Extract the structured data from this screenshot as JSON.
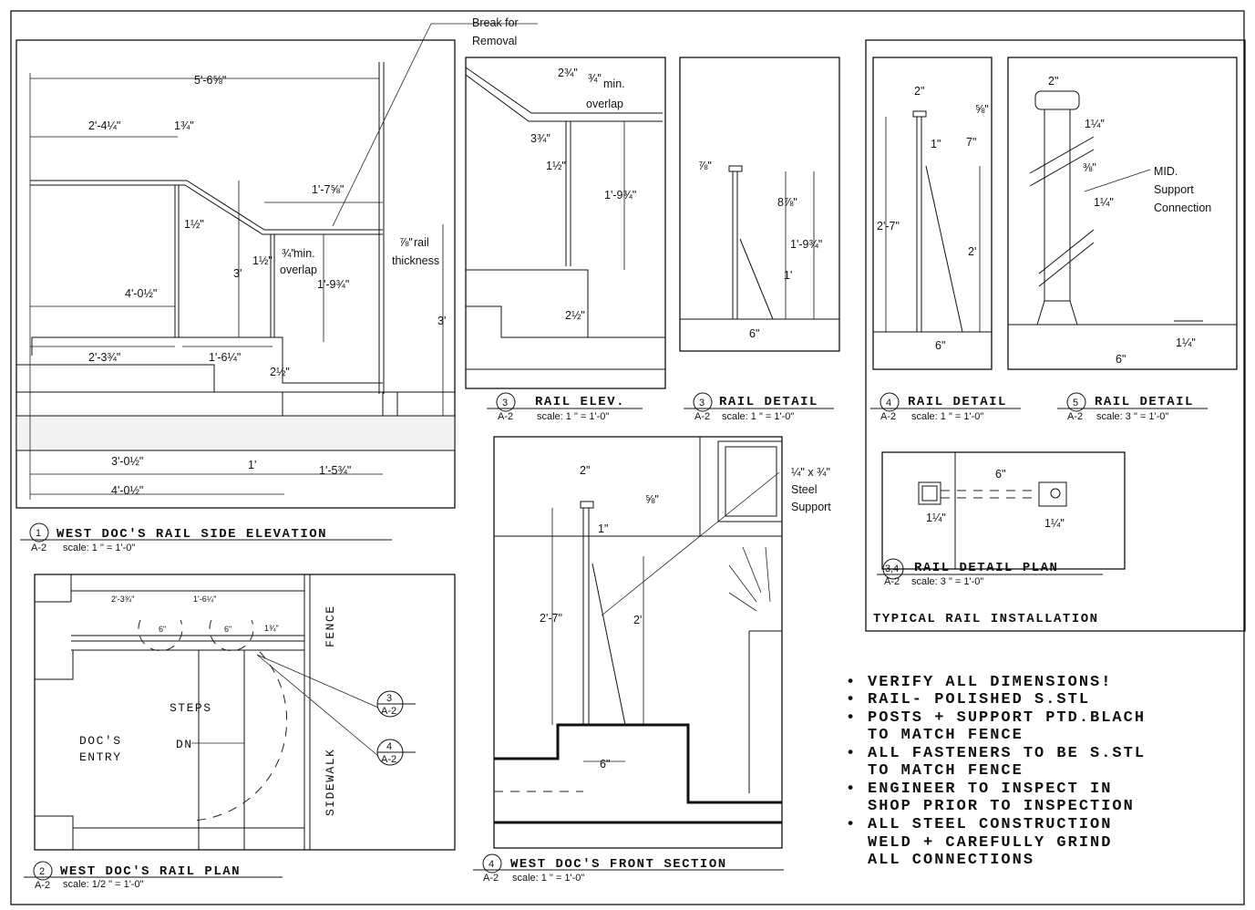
{
  "callouts": {
    "break_for": "Break for",
    "removal": "Removal",
    "min_overlap_a": "min.",
    "overlap": "overlap",
    "rail": "rail",
    "thickness": "thickness",
    "mid": "MID.",
    "support": "Support",
    "connection": "Connection",
    "steel_support_a": "¼\" x ¾\"",
    "steel_support_b": "Steel",
    "steel_support_c": "Support"
  },
  "dims": {
    "d_5_6_5_8": "5'-6⅝\"",
    "d_2_4_1_4": "2'-4¼\"",
    "d_1_3_4": "1¾\"",
    "d_1_7_5_8": "1'-7⅝\"",
    "d_1_1_2": "1½\"",
    "d_3": "3'",
    "d_3_4": "¾\"",
    "d_7_8": "⅞\"",
    "d_4_0_1_2": "4'-0½\"",
    "d_1_9_3_4": "1'-9¾\"",
    "d_2_3_3_4": "2'-3¾\"",
    "d_1_6_1_4": "1'-6¼\"",
    "d_2_1_2": "2½\"",
    "d_3_0_1_2": "3'-0½\"",
    "d_1": "1'",
    "d_1_5_3_4": "1'-5¾\"",
    "d_2_3_4": "2¾\"",
    "d_3_3_4": "3¾\"",
    "d_8_7_8": "8⅞\"",
    "d_6": "6\"",
    "d_2in": "2\"",
    "d_5_8": "⅝\"",
    "d_1in": "1\"",
    "d_7in": "7\"",
    "d_2_7": "2'-7\"",
    "d_2": "2'",
    "d_3_8": "⅜\"",
    "d_1_1_4": "1¼\"",
    "d_6p": "6\""
  },
  "titles": {
    "t1": {
      "num": "1",
      "sheet": "A-2",
      "title": "WEST DOC'S RAIL SIDE ELEVATION",
      "scale": "scale: 1 \" = 1'-0\""
    },
    "t2": {
      "num": "2",
      "sheet": "A-2",
      "title": "WEST DOC'S RAIL PLAN",
      "scale": "scale: 1/2 \" = 1'-0\""
    },
    "t3a": {
      "num": "3",
      "sheet": "A-2",
      "title": "RAIL ELEV.",
      "scale": "scale: 1 \" = 1'-0\""
    },
    "t3b": {
      "num": "3",
      "sheet": "A-2",
      "title": "RAIL DETAIL",
      "scale": "scale: 1 \" = 1'-0\""
    },
    "t4a": {
      "num": "4",
      "sheet": "A-2",
      "title": "RAIL DETAIL",
      "scale": "scale: 1 \" = 1'-0\""
    },
    "t5": {
      "num": "5",
      "sheet": "A-2",
      "title": "RAIL DETAIL",
      "scale": "scale: 3 \" = 1'-0\""
    },
    "t34": {
      "num": "3,4",
      "sheet": "A-2",
      "title": "RAIL DETAIL PLAN",
      "scale": "scale: 3 \" = 1'-0\""
    },
    "t4b": {
      "num": "4",
      "sheet": "A-2",
      "title": "WEST DOC'S FRONT SECTION",
      "scale": "scale: 1 \" = 1'-0\""
    }
  },
  "typical": "TYPICAL RAIL INSTALLATION",
  "plan": {
    "fence": "FENCE",
    "steps": "STEPS",
    "dn": "DN",
    "docs": "DOC'S",
    "entry": "ENTRY",
    "sidewalk": "SIDEWALK",
    "ref3": "3",
    "ref4": "4",
    "ref_sheet": "A-2"
  },
  "general_notes": [
    "VERIFY ALL DIMENSIONS!",
    "RAIL- POLISHED S.STL",
    "POSTS + SUPPORT PTD.BLACH",
    "TO MATCH FENCE",
    "ALL FASTENERS TO BE S.STL",
    "TO MATCH FENCE",
    "ENGINEER TO INSPECT IN",
    "SHOP PRIOR TO INSPECTION",
    "ALL STEEL CONSTRUCTION",
    "WELD + CAREFULLY GRIND",
    "ALL CONNECTIONS"
  ]
}
